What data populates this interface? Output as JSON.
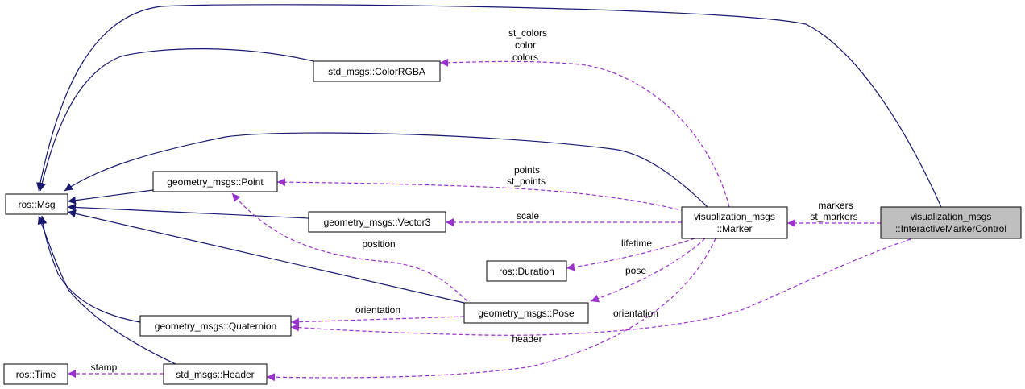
{
  "nodes": {
    "ros_msg": "ros::Msg",
    "color_rgba": "std_msgs::ColorRGBA",
    "point": "geometry_msgs::Point",
    "vector3": "geometry_msgs::Vector3",
    "duration": "ros::Duration",
    "pose": "geometry_msgs::Pose",
    "quaternion": "geometry_msgs::Quaternion",
    "ros_time": "ros::Time",
    "header": "std_msgs::Header",
    "marker_line1": "visualization_msgs",
    "marker_line2": "::Marker",
    "imc_line1": "visualization_msgs",
    "imc_line2": "::InteractiveMarkerControl"
  },
  "edge_labels": {
    "colors_1": "st_colors",
    "colors_2": "color",
    "colors_3": "colors",
    "points_1": "points",
    "points_2": "st_points",
    "scale": "scale",
    "position": "position",
    "lifetime": "lifetime",
    "pose": "pose",
    "markers_1": "markers",
    "markers_2": "st_markers",
    "orientation_pose": "orientation",
    "orientation_imc": "orientation",
    "header": "header",
    "stamp": "stamp"
  },
  "colors": {
    "inheritance_edge": "#191970",
    "usage_edge": "#9a32cd",
    "highlight_node": "#bfbfbf"
  }
}
